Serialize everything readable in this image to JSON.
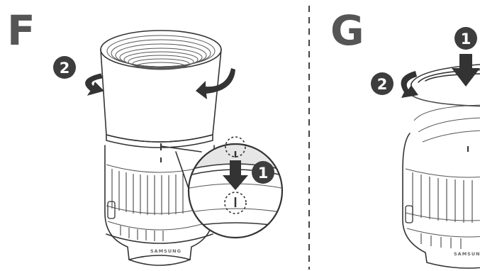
{
  "panels": [
    {
      "letter": "F",
      "steps": [
        "1",
        "2"
      ],
      "lens_brand": "SAMSUNG"
    },
    {
      "letter": "G",
      "steps": [
        "1",
        "2"
      ],
      "lens_brand": "SAMSUNG"
    }
  ],
  "colors": {
    "line": "#333333",
    "badge": "#3d3d3d",
    "arrow": "#333333",
    "divider": "#444444",
    "background": "#ffffff"
  }
}
